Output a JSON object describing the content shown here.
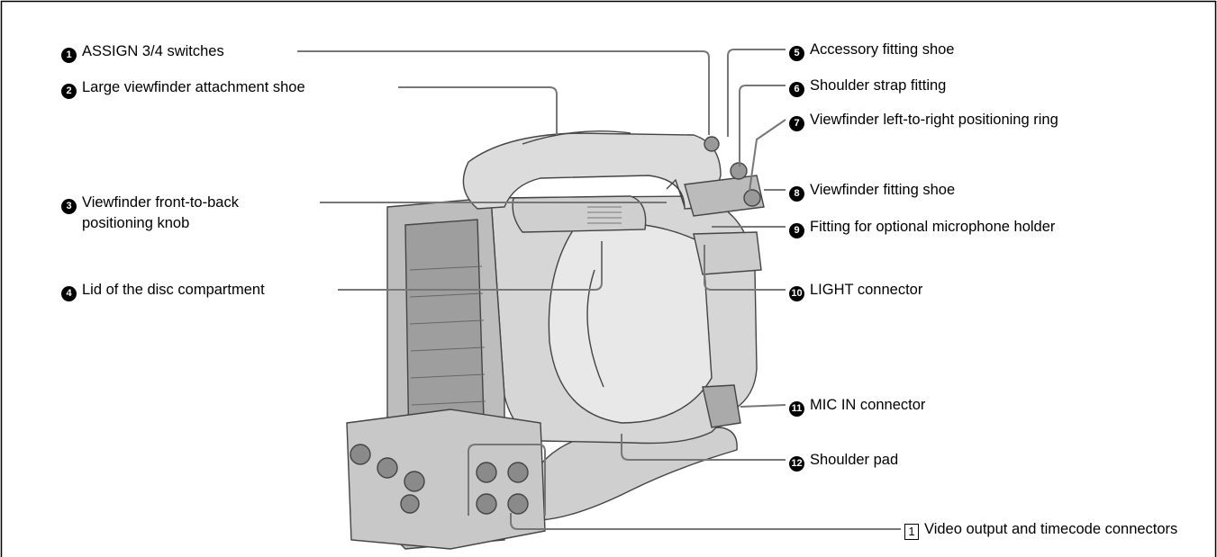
{
  "callouts": [
    {
      "id": "c1",
      "num": "1",
      "text": "ASSIGN 3/4 switches"
    },
    {
      "id": "c2",
      "num": "2",
      "text": "Large viewfinder attachment shoe"
    },
    {
      "id": "c3",
      "num": "3",
      "text": "Viewfinder front-to-back",
      "text2": "positioning knob"
    },
    {
      "id": "c4",
      "num": "4",
      "text": "Lid of the disc compartment"
    },
    {
      "id": "c5",
      "num": "5",
      "text": "Accessory fitting shoe"
    },
    {
      "id": "c6",
      "num": "6",
      "text": "Shoulder strap fitting"
    },
    {
      "id": "c7",
      "num": "7",
      "text": "Viewfinder left-to-right positioning ring"
    },
    {
      "id": "c8",
      "num": "8",
      "text": "Viewfinder fitting shoe"
    },
    {
      "id": "c9",
      "num": "9",
      "text": "Fitting for optional microphone holder"
    },
    {
      "id": "c10",
      "num": "10",
      "text": "LIGHT connector"
    },
    {
      "id": "c11",
      "num": "11",
      "text": "MIC IN connector"
    },
    {
      "id": "c12",
      "num": "12",
      "text": "Shoulder pad"
    },
    {
      "id": "c13",
      "box": "1",
      "text": "Video output and timecode connectors"
    }
  ]
}
